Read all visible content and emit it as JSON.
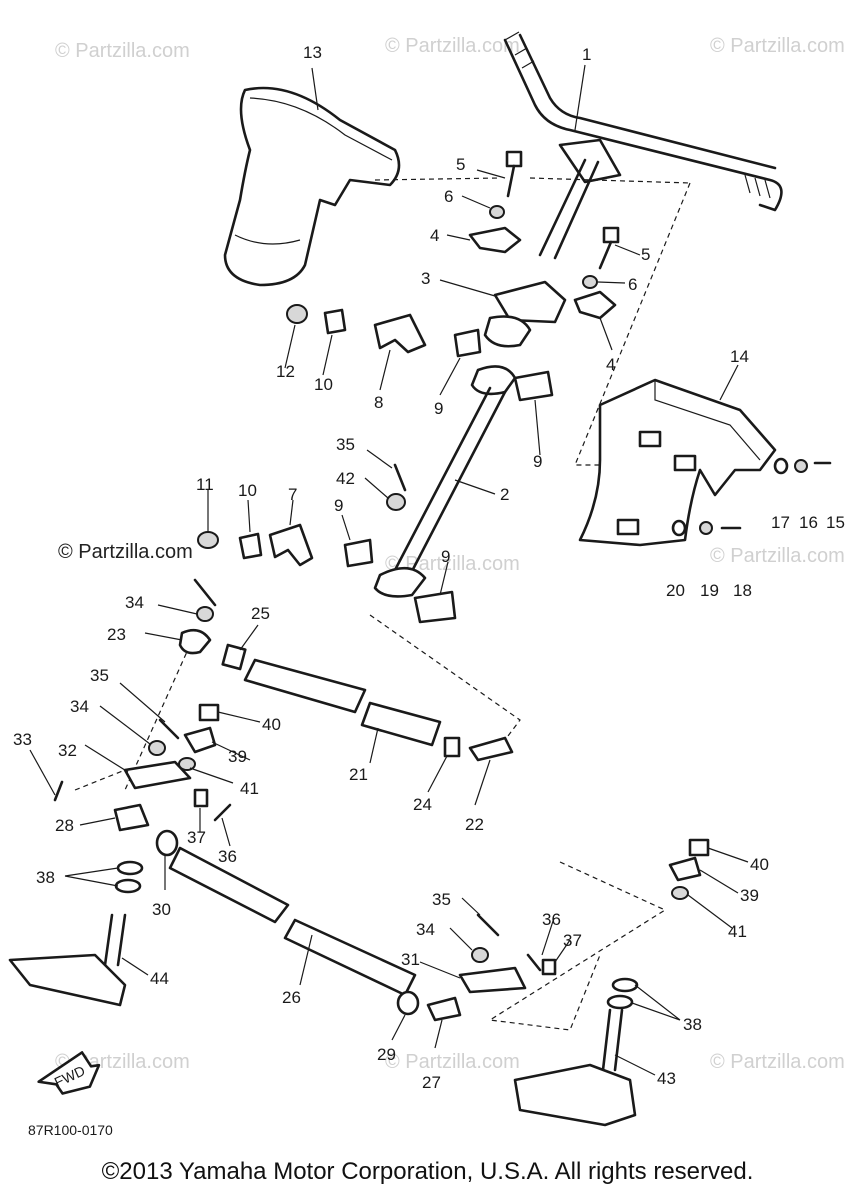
{
  "diagram": {
    "drawing_code": "87R100-0170",
    "fwd_label": "FWD",
    "copyright": "©2013 Yamaha Motor Corporation, U.S.A. All rights reserved.",
    "watermarks": [
      "© Partzilla.com",
      "© Partzilla.com",
      "© Partzilla.com",
      "© Partzilla.com",
      "© Partzilla.com",
      "© Partzilla.com",
      "© Partzilla.com",
      "© Partzilla.com",
      "© Partzilla.com"
    ],
    "watermark_dark": "© Partzilla.com",
    "callouts": [
      "1",
      "2",
      "3",
      "4",
      "4",
      "5",
      "5",
      "6",
      "6",
      "7",
      "8",
      "9",
      "9",
      "9",
      "9",
      "10",
      "10",
      "11",
      "12",
      "13",
      "14",
      "15",
      "16",
      "17",
      "18",
      "19",
      "20",
      "21",
      "22",
      "23",
      "24",
      "25",
      "26",
      "27",
      "28",
      "29",
      "30",
      "31",
      "32",
      "33",
      "34",
      "34",
      "34",
      "35",
      "35",
      "35",
      "36",
      "36",
      "37",
      "37",
      "38",
      "38",
      "39",
      "39",
      "40",
      "40",
      "41",
      "41",
      "42",
      "43",
      "44"
    ]
  }
}
